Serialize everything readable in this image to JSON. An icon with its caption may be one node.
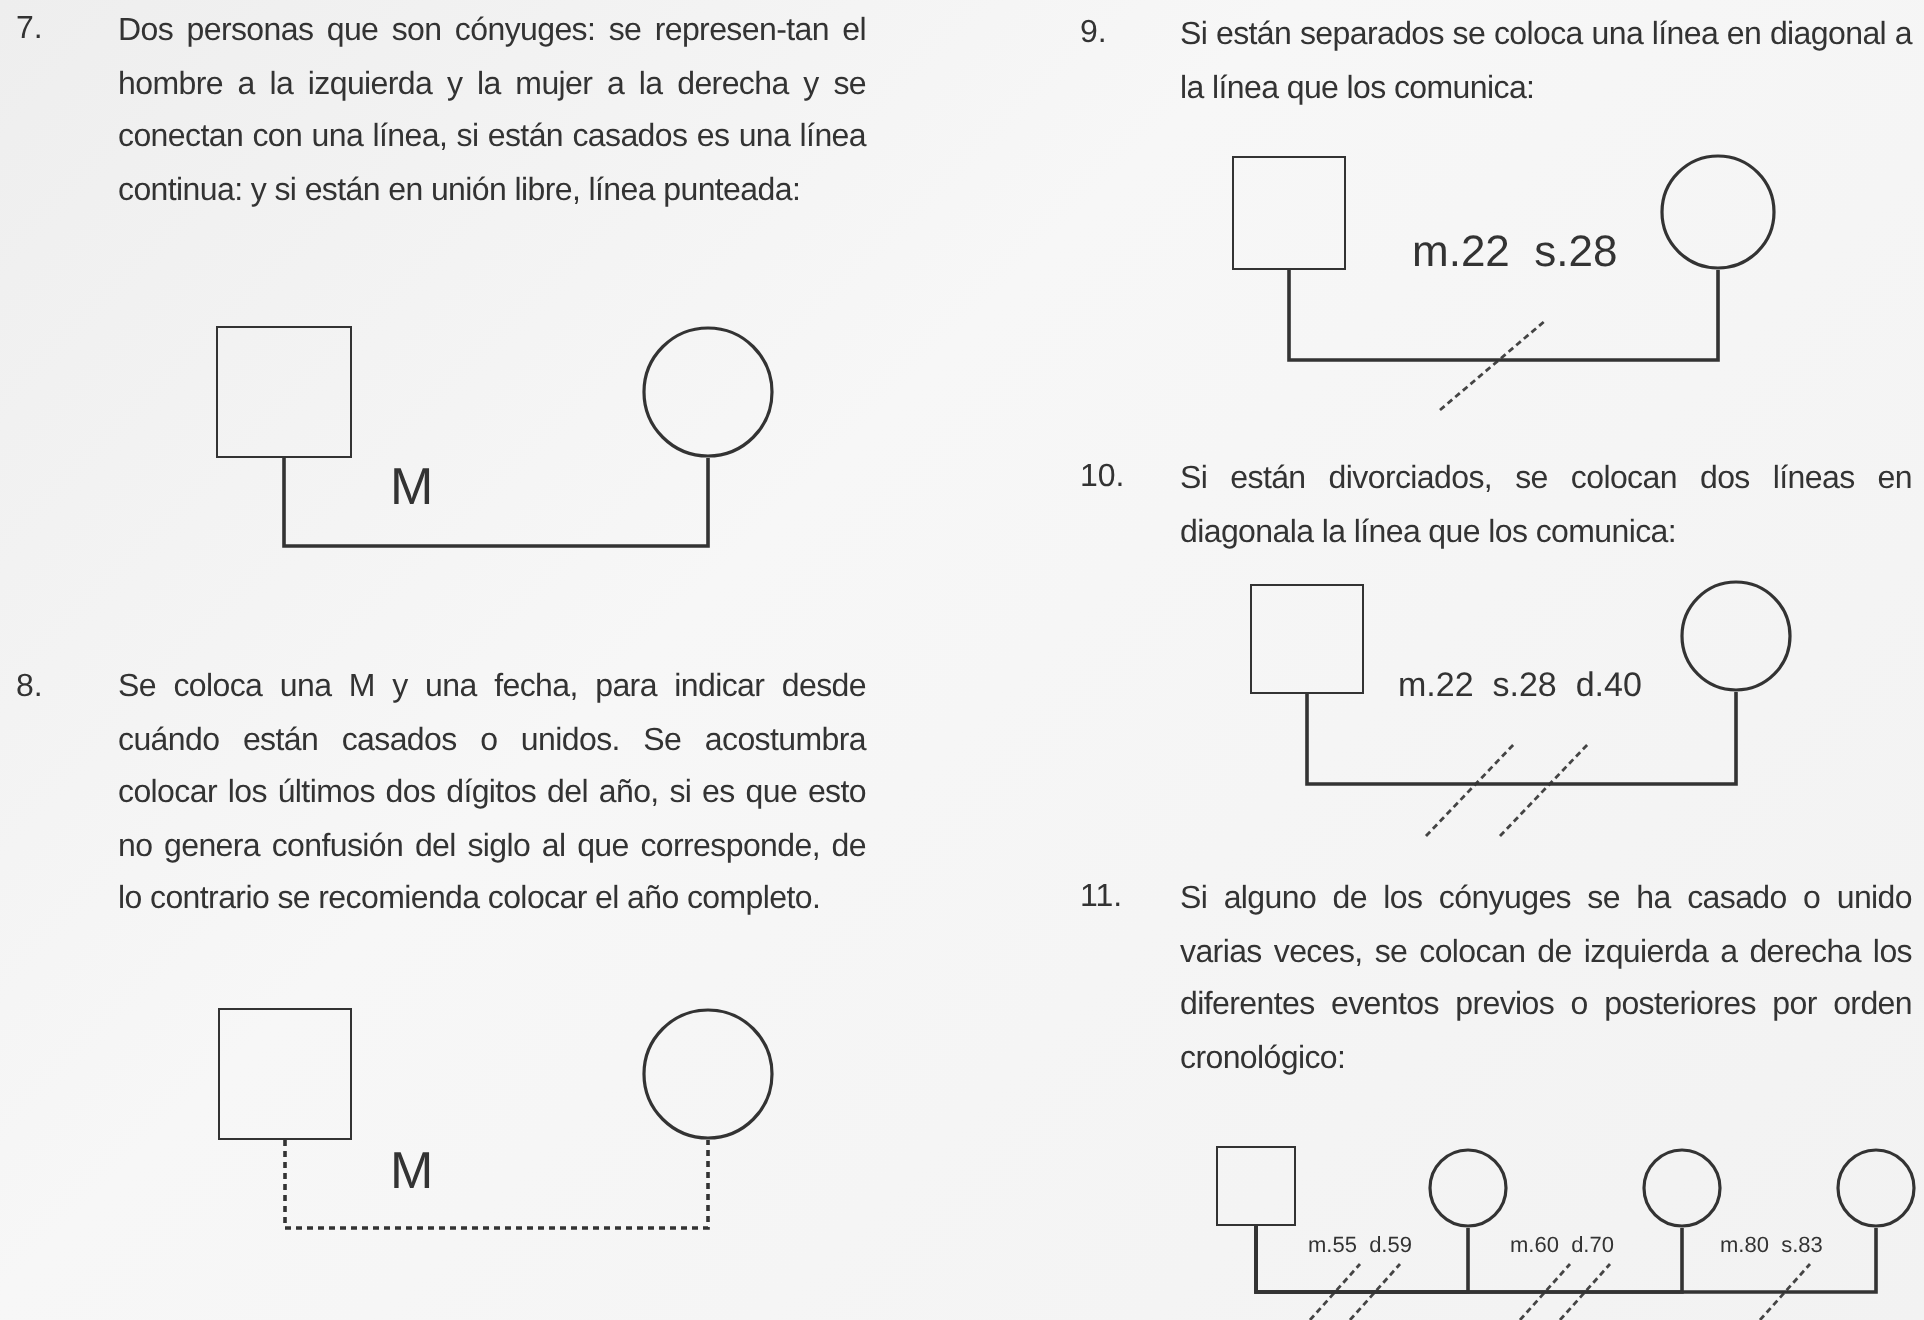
{
  "diagram": {
    "nodes": [
      {
        "text": [],
        "shape": "box"
      },
      {
        "text": [],
        "shape": "circle"
      },
      {
        "text": [],
        "shape": "box"
      },
      {
        "text": [],
        "shape": "circle"
      },
      {
        "text": [],
        "shape": "box"
      },
      {
        "text": [],
        "shape": "circle"
      },
      {
        "text": [],
        "shape": "box"
      },
      {
        "text": [],
        "shape": "circle"
      },
      {
        "text": [],
        "shape": "box"
      },
      {
        "text": [],
        "shape": "circle"
      },
      {
        "text": [],
        "shape": "circle"
      },
      {
        "text": [],
        "shape": "circle"
      }
    ],
    "edges": [
      {
        "from": 0,
        "to": 1,
        "arrow": "none",
        "label": "M"
      },
      {
        "from": 2,
        "to": 3,
        "arrow": "none",
        "label": "M",
        "style": "dashed"
      },
      {
        "from": 4,
        "to": 5,
        "arrow": "none",
        "label": "m.22  s.28"
      },
      {
        "from": 6,
        "to": 7,
        "arrow": "none",
        "label": "m.22  s.28  d.40"
      },
      {
        "from": 8,
        "to": 9,
        "arrow": "none",
        "label": "m.55  d.59"
      },
      {
        "from": 8,
        "to": 10,
        "arrow": "none",
        "label": "m.60  d.70"
      },
      {
        "from": 8,
        "to": 11,
        "arrow": "none",
        "label": "m.80  s.83"
      }
    ],
    "labels": [
      "7.",
      "Dos personas que son cónyuges: se represen-tan el hombre a la izquierda y la mujer a la derecha y se conectan con una línea, si están casados es una línea continua: y si están en unión libre, línea punteada:",
      "8.",
      "Se coloca una M y una fecha, para indicar desde cuándo están casados o unidos. Se acostumbra colocar los últimos dos dígitos del año, si es que esto no genera confusión del siglo al que corresponde, de lo contrario se recomienda colocar el año completo.",
      "9.",
      "Si están separados se coloca una línea en diagonal a la línea que los comunica:",
      "10.",
      "Si están divorciados, se colocan dos líneas en diagonala la línea que los comunica:",
      "11.",
      "Si alguno de los cónyuges se ha casado o unido varias veces, se colocan de izquierda a derecha los diferentes eventos previos o posteriores por orden cronológico:"
    ]
  }
}
